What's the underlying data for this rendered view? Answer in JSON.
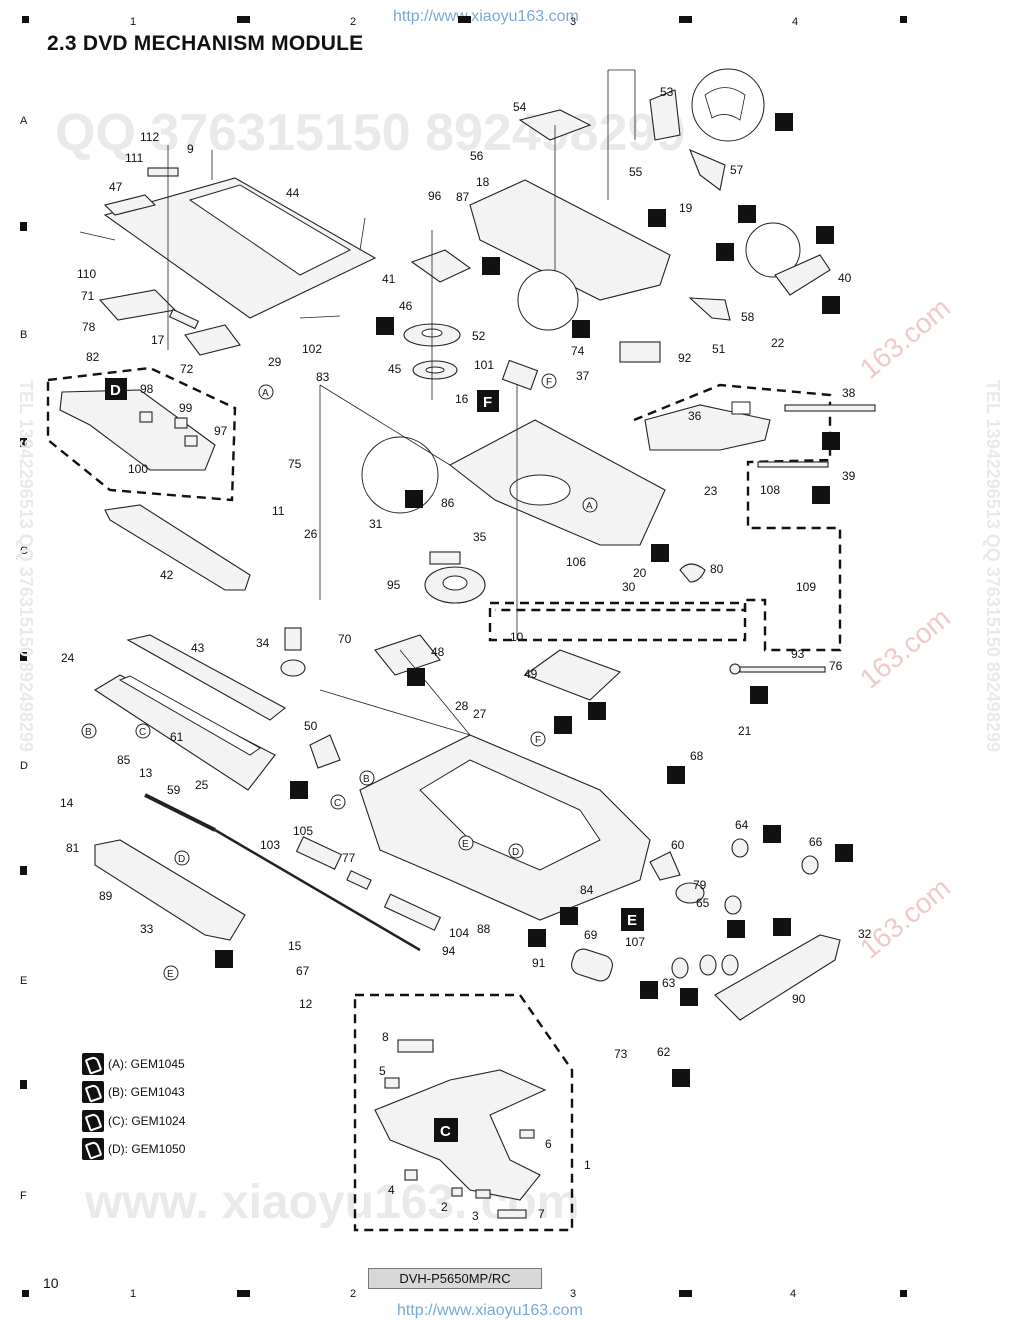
{
  "header": {
    "title": "2.3  DVD MECHANISM MODULE",
    "watermark_url_top": "http://www.xiaoyu163.com",
    "watermark_url_bottom": "http://www.xiaoyu163.com",
    "column_numbers": [
      "1",
      "2",
      "3",
      "4"
    ],
    "row_letters": [
      "A",
      "B",
      "C",
      "D",
      "E",
      "F"
    ]
  },
  "watermarks": {
    "qq_text": "QQ 376315150  892498299",
    "www_text": "www. xiaoyu163. com",
    "tel_text": "TEL 13942296513  QQ 376315150  892498299",
    "side_red_text": "163.com"
  },
  "assembly_labels": [
    "D",
    "F",
    "C",
    "E"
  ],
  "callouts": [
    "A",
    "B",
    "C",
    "D",
    "E",
    "F"
  ],
  "part_numbers": [
    "1",
    "2",
    "3",
    "4",
    "5",
    "6",
    "7",
    "8",
    "9",
    "10",
    "11",
    "12",
    "13",
    "14",
    "15",
    "16",
    "17",
    "18",
    "19",
    "20",
    "21",
    "22",
    "23",
    "24",
    "25",
    "26",
    "27",
    "28",
    "29",
    "30",
    "31",
    "32",
    "33",
    "34",
    "35",
    "36",
    "37",
    "38",
    "39",
    "40",
    "41",
    "42",
    "43",
    "44",
    "45",
    "46",
    "47",
    "48",
    "49",
    "50",
    "51",
    "52",
    "53",
    "54",
    "55",
    "56",
    "57",
    "58",
    "59",
    "60",
    "61",
    "62",
    "63",
    "64",
    "65",
    "66",
    "67",
    "68",
    "69",
    "70",
    "71",
    "72",
    "73",
    "74",
    "75",
    "76",
    "77",
    "78",
    "79",
    "80",
    "81",
    "82",
    "83",
    "84",
    "85",
    "86",
    "87",
    "88",
    "89",
    "90",
    "91",
    "92",
    "93",
    "94",
    "95",
    "96",
    "97",
    "98",
    "99",
    "100",
    "101",
    "102",
    "103",
    "104",
    "105",
    "106",
    "107",
    "108",
    "109",
    "110",
    "111",
    "112"
  ],
  "grease_legend": [
    {
      "tag": "(A)",
      "code": ": GEM1045"
    },
    {
      "tag": "(B)",
      "code": ": GEM1043"
    },
    {
      "tag": "(C)",
      "code": ": GEM1024"
    },
    {
      "tag": "(D)",
      "code": ": GEM1050"
    }
  ],
  "footer": {
    "page_number": "10",
    "model": "DVH-P5650MP/RC"
  }
}
